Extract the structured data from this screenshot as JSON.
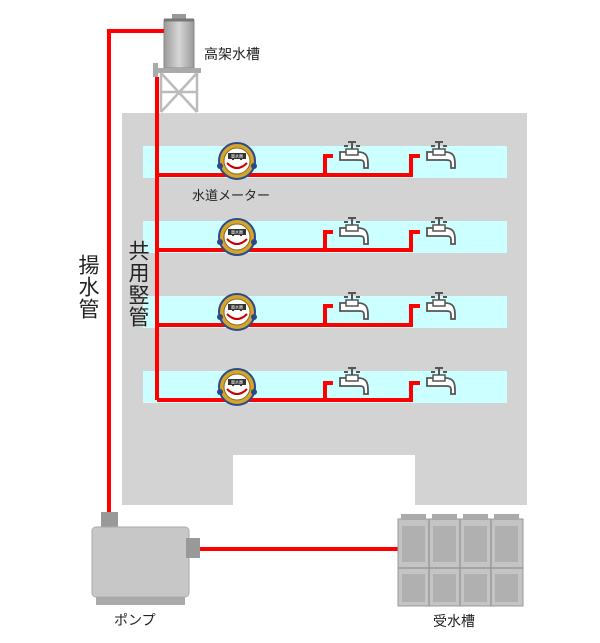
{
  "labels": {
    "elevated_tank": "高架水槽",
    "water_meter": "水道メーター",
    "riser_pipe": "揚水管",
    "shared_pipe": "共用竪管",
    "pump": "ポンプ",
    "receiving_tank": "受水槽",
    "meter_face": "量水器"
  },
  "floors": [
    {
      "meter": "water-meter",
      "faucets": [
        "faucet",
        "faucet"
      ]
    },
    {
      "meter": "water-meter",
      "faucets": [
        "faucet",
        "faucet"
      ]
    },
    {
      "meter": "water-meter",
      "faucets": [
        "faucet",
        "faucet"
      ]
    },
    {
      "meter": "water-meter",
      "faucets": [
        "faucet",
        "faucet"
      ]
    }
  ],
  "colors": {
    "pipe": "#ff0000",
    "building": "#d3d3d3",
    "floor_band": "#ccffff",
    "equipment": "#c7c7c7",
    "meter_rim": "#d4a52c",
    "meter_outline": "#2c4a8a"
  }
}
